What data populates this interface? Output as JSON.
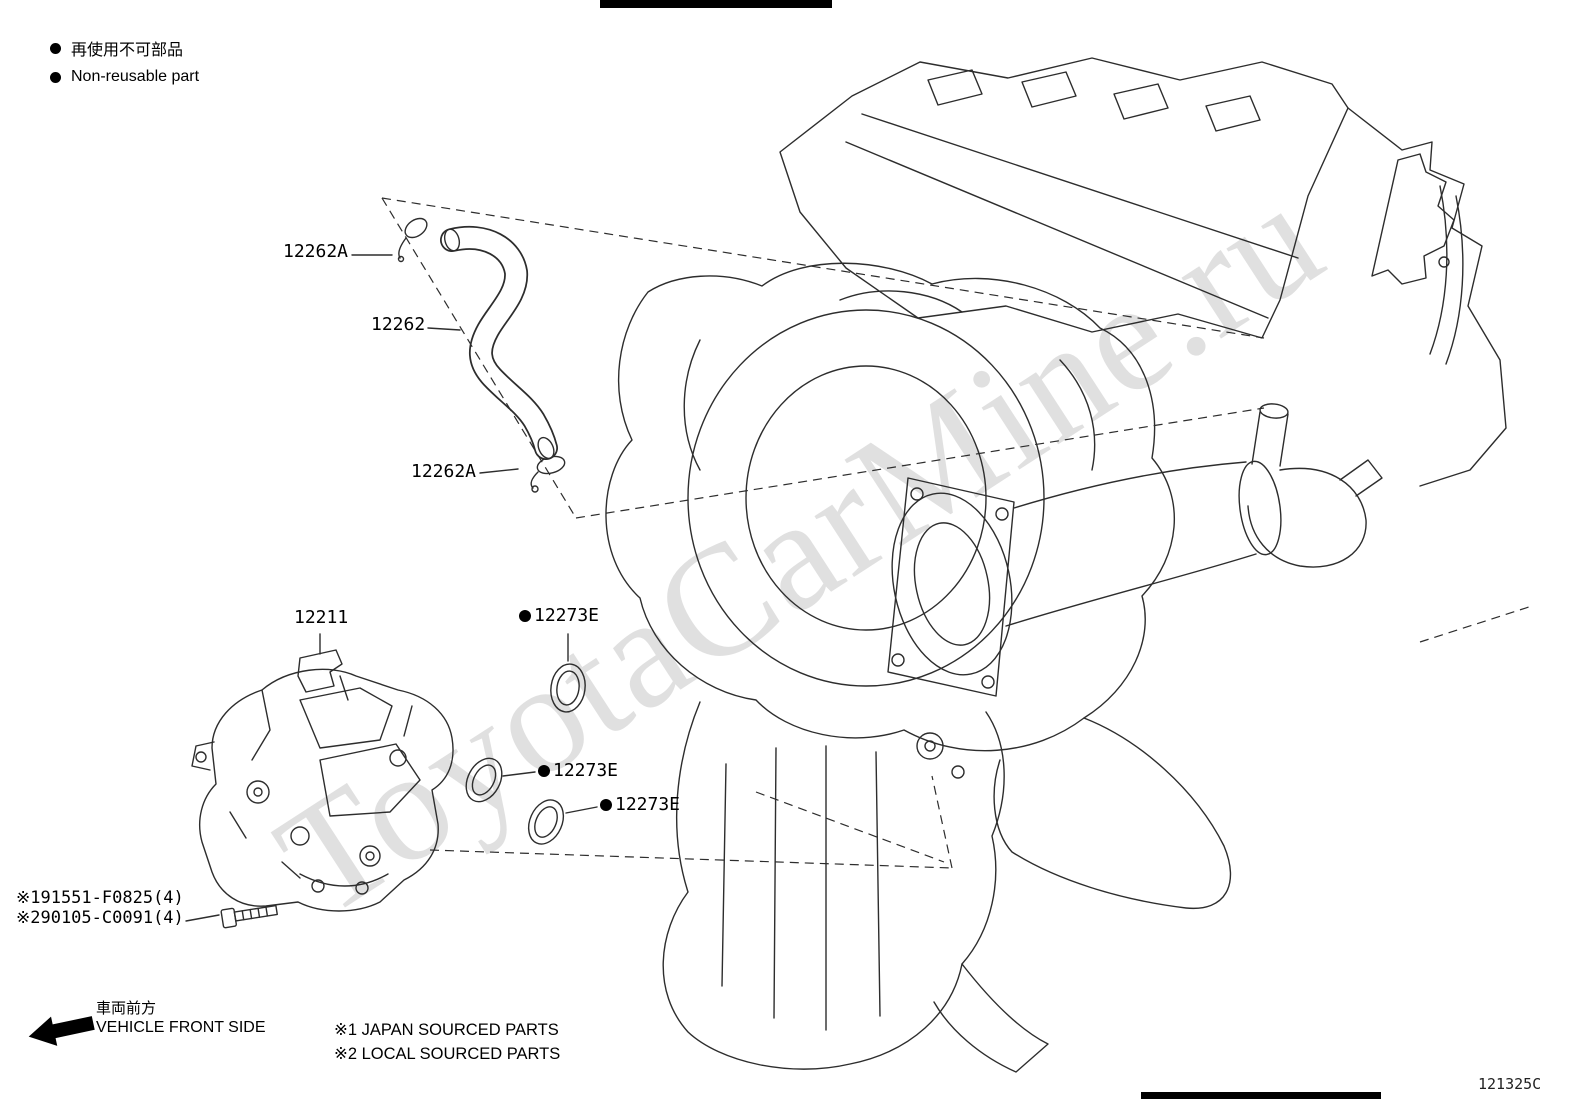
{
  "watermark": "ToyotaCarMine.ru",
  "legend": {
    "non_reusable_jp": "再使用不可部品",
    "non_reusable_en": "Non-reusable part"
  },
  "parts": {
    "clamp_upper": "12262A",
    "hose": "12262",
    "clamp_lower": "12262A",
    "pump_assembly": "12211",
    "gasket_1": "12273E",
    "gasket_2": "12273E",
    "gasket_3": "12273E"
  },
  "bolt_ref": {
    "line1": "※191551-F0825(4)",
    "line2": "※290105-C0091(4)"
  },
  "footer": {
    "vehicle_front_jp": "車両前方",
    "vehicle_front_en": "VEHICLE FRONT SIDE",
    "note_japan": "※1 JAPAN SOURCED PARTS",
    "note_local": "※2 LOCAL SOURCED PARTS",
    "figure_code": "121325C"
  }
}
